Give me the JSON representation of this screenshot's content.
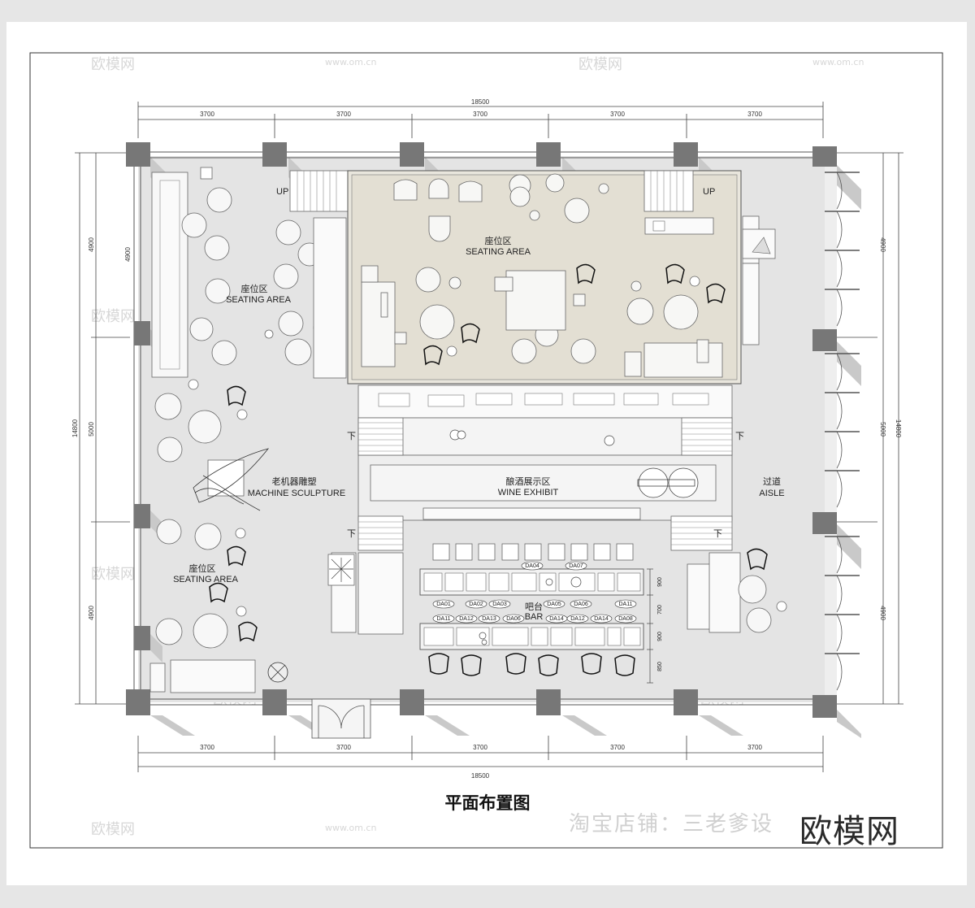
{
  "drawing": {
    "title": "平面布置图",
    "brand": "欧模网",
    "shop_watermark": "淘宝店铺：三老爹设",
    "watermark_text": "欧模网",
    "watermark_url": "www.om.cn"
  },
  "dimensions": {
    "top_total": "18500",
    "bottom_total": "18500",
    "bay": "3700",
    "side_segments": [
      "4900",
      "5000",
      "4900"
    ],
    "side_total": "14800",
    "bar_rows": [
      "900",
      "700",
      "900",
      "850"
    ]
  },
  "zones": {
    "seating_top_cn": "座位区",
    "seating_top_en": "SEATING AREA",
    "seating_left_cn": "座位区",
    "seating_left_en": "SEATING AREA",
    "seating_bottom_cn": "座位区",
    "seating_bottom_en": "SEATING AREA",
    "sculpture_cn": "老机器雕塑",
    "sculpture_en": "MACHINE SCULPTURE",
    "wine_cn": "酿酒展示区",
    "wine_en": "WINE EXHIBIT",
    "aisle_cn": "过道",
    "aisle_en": "AISLE",
    "bar_cn": "吧台",
    "bar_en": "BAR"
  },
  "stairs": {
    "up": "UP",
    "down": "下"
  },
  "bar_codes": {
    "top": [
      "DA04",
      "DA07"
    ],
    "middle": [
      "DA01",
      "DA02",
      "DA03",
      "DA05",
      "DA06",
      "DA11"
    ],
    "bottom": [
      "DA11",
      "DA12",
      "DA13",
      "DA06",
      "DA14",
      "DA12",
      "DA14",
      "DA08"
    ]
  }
}
